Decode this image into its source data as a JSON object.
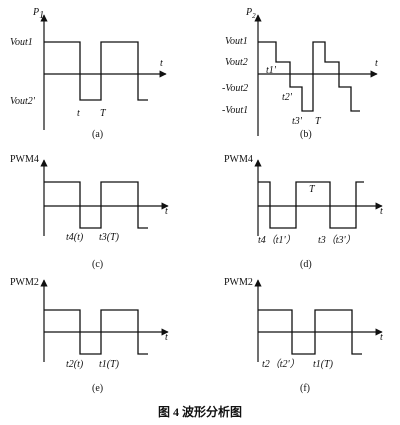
{
  "figure": {
    "title": "图 4   波形分析图",
    "t_axis": "t"
  },
  "panels": {
    "a": {
      "caption": "(a)",
      "ylabel": "P",
      "ylabel_sub": "1",
      "levels": [
        "Vout1",
        "Vout2'"
      ],
      "time_labels": [
        "t",
        "T"
      ]
    },
    "b": {
      "caption": "(b)",
      "ylabel": "P",
      "ylabel_sub": "2",
      "levels": [
        "Vout1",
        "Vout2",
        "-Vout2",
        "-Vout1"
      ],
      "time_labels": [
        "t1'",
        "t2'",
        "t3'",
        "T"
      ]
    },
    "c": {
      "caption": "(c)",
      "ylabel": "PWM4",
      "time_labels": [
        "t4(t)",
        "t3(T)"
      ]
    },
    "d": {
      "caption": "(d)",
      "ylabel": "PWM4",
      "time_labels": [
        "t4（t1'）",
        "t3（t3'）",
        "T"
      ]
    },
    "e": {
      "caption": "(e)",
      "ylabel": "PWM2",
      "time_labels": [
        "t2(t)",
        "t1(T)"
      ]
    },
    "f": {
      "caption": "(f)",
      "ylabel": "PWM2",
      "time_labels": [
        "t2（t2'）",
        "t1(T)"
      ]
    }
  }
}
